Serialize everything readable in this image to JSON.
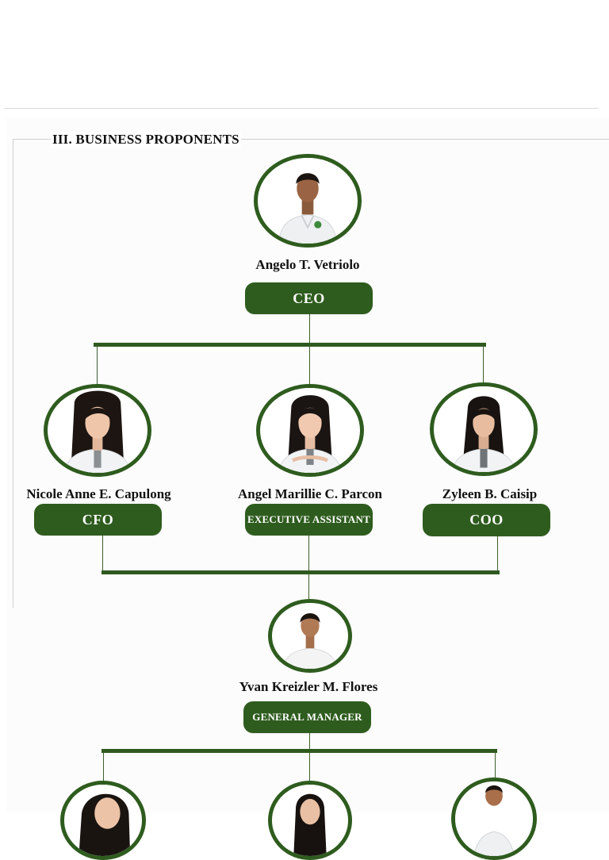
{
  "section": {
    "title": "III. BUSINESS PROPONENTS"
  },
  "colors": {
    "accent": "#2e5c1e",
    "line": "#2f5a1f",
    "pill_text": "#ffffff"
  },
  "people": {
    "ceo": {
      "name": "Angelo T. Vetriolo",
      "role": "CEO"
    },
    "cfo": {
      "name": "Nicole Anne E. Capulong",
      "role": "CFO"
    },
    "ea": {
      "name": "Angel Marillie C. Parcon",
      "role": "EXECUTIVE ASSISTANT"
    },
    "coo": {
      "name": "Zyleen B. Caisip",
      "role": "COO"
    },
    "gm": {
      "name": "Yvan Kreizler M. Flores",
      "role": "GENERAL MANAGER"
    }
  },
  "photos": {
    "ceo": "male-student-photo",
    "cfo": "female-student-photo",
    "ea": "female-student-photo",
    "coo": "female-student-photo",
    "gm": "male-student-photo",
    "bottom": [
      "female-student-photo",
      "female-student-photo",
      "male-student-photo"
    ]
  }
}
